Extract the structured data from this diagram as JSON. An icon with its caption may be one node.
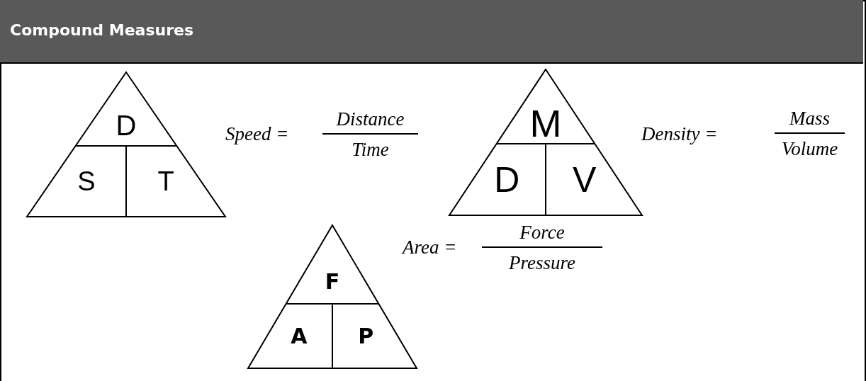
{
  "diagram": {
    "title": "Compound Measures",
    "nodes": [
      {
        "text": [
          "D",
          "S",
          "T"
        ]
      },
      {
        "text": [
          "M",
          "D",
          "V"
        ]
      },
      {
        "text": [
          "F",
          "A",
          "P"
        ]
      }
    ],
    "labels": [
      "Speed =",
      "Distance",
      "Time",
      "Density =",
      "Mass",
      "Volume",
      "Area =",
      "Force",
      "Pressure"
    ]
  }
}
